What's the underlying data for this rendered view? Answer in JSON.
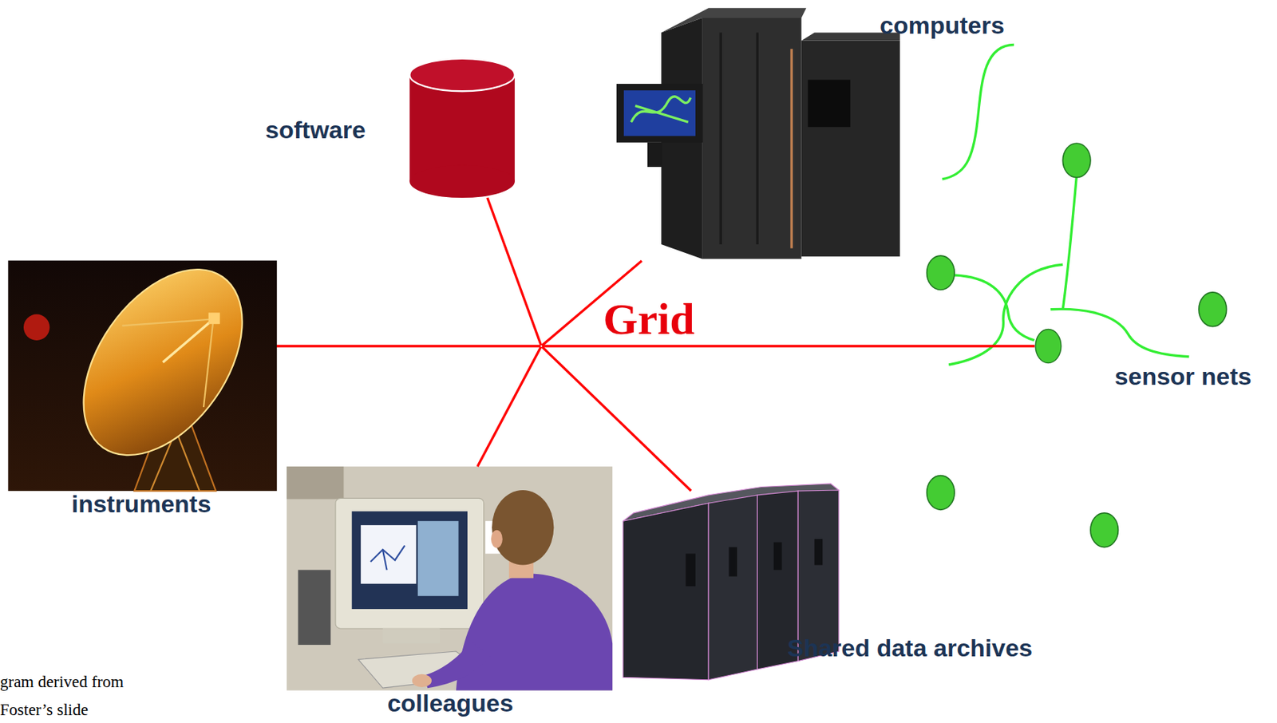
{
  "diagram": {
    "nodes": [
      {
        "text": [
          "software"
        ]
      },
      {
        "text": [
          "computers"
        ]
      },
      {
        "text": [
          "Grid"
        ]
      },
      {
        "text": [
          "instruments"
        ]
      },
      {
        "text": [
          "sensor nets"
        ]
      },
      {
        "text": [
          "colleagues"
        ]
      },
      {
        "text": [
          "Shared data archives"
        ]
      }
    ],
    "edges": [
      {
        "from": 2,
        "to": 0,
        "arrow": "none"
      },
      {
        "from": 2,
        "to": 1,
        "arrow": "none"
      },
      {
        "from": 2,
        "to": 3,
        "arrow": "none"
      },
      {
        "from": 2,
        "to": 4,
        "arrow": "none"
      },
      {
        "from": 2,
        "to": 5,
        "arrow": "none"
      },
      {
        "from": 2,
        "to": 6,
        "arrow": "none"
      }
    ],
    "labels": [
      "gram derived from Foster’s slide"
    ]
  }
}
